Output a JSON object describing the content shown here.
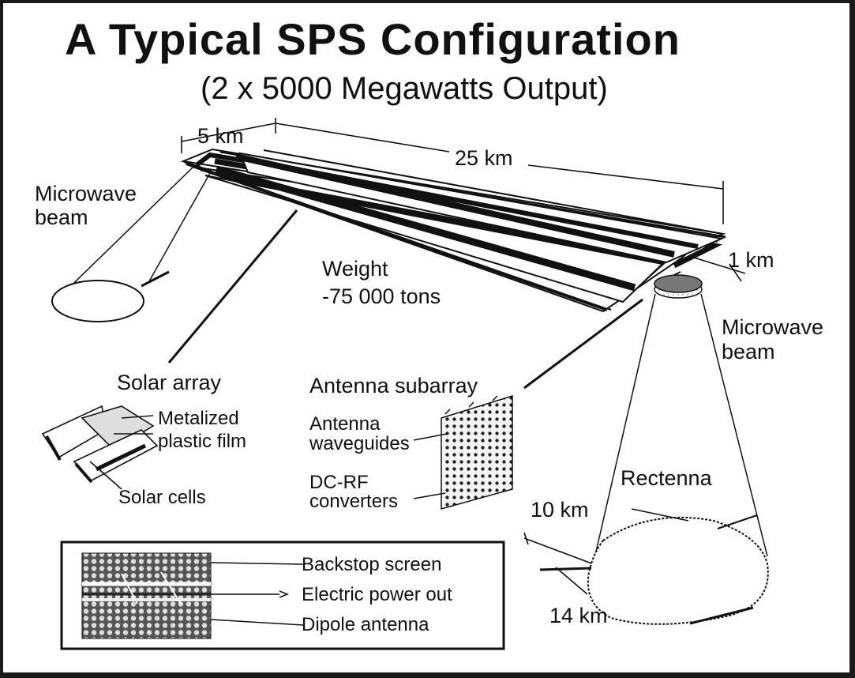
{
  "title": "A Typical SPS Configuration",
  "subtitle": "(2 x 5000 Megawatts Output)",
  "dimensions": {
    "width_5km": "5 km",
    "length_25km": "25 km",
    "width_1km": "1 km",
    "rectenna_10km": "10 km",
    "rectenna_14km": "14 km"
  },
  "labels": {
    "microwave_beam_left": [
      "Microwave",
      "beam"
    ],
    "microwave_beam_right": [
      "Microwave",
      "beam"
    ],
    "weight": [
      "Weight",
      "-75 000  tons"
    ],
    "solar_array": "Solar array",
    "antenna_subarray": "Antenna  subarray",
    "metalized_film": [
      "Metalized",
      "plastic film"
    ],
    "solar_cells": "Solar cells",
    "antenna_waveguides": [
      "Antenna",
      "waveguides"
    ],
    "dc_rf": [
      "DC-RF",
      "converters"
    ],
    "rectenna": "Rectenna",
    "backstop": "Backstop screen",
    "power_out": "Electric power out",
    "dipole": "Dipole antenna"
  },
  "colors": {
    "ink": "#111111",
    "paper": "#ffffff",
    "frame": "#1a1a1a"
  }
}
